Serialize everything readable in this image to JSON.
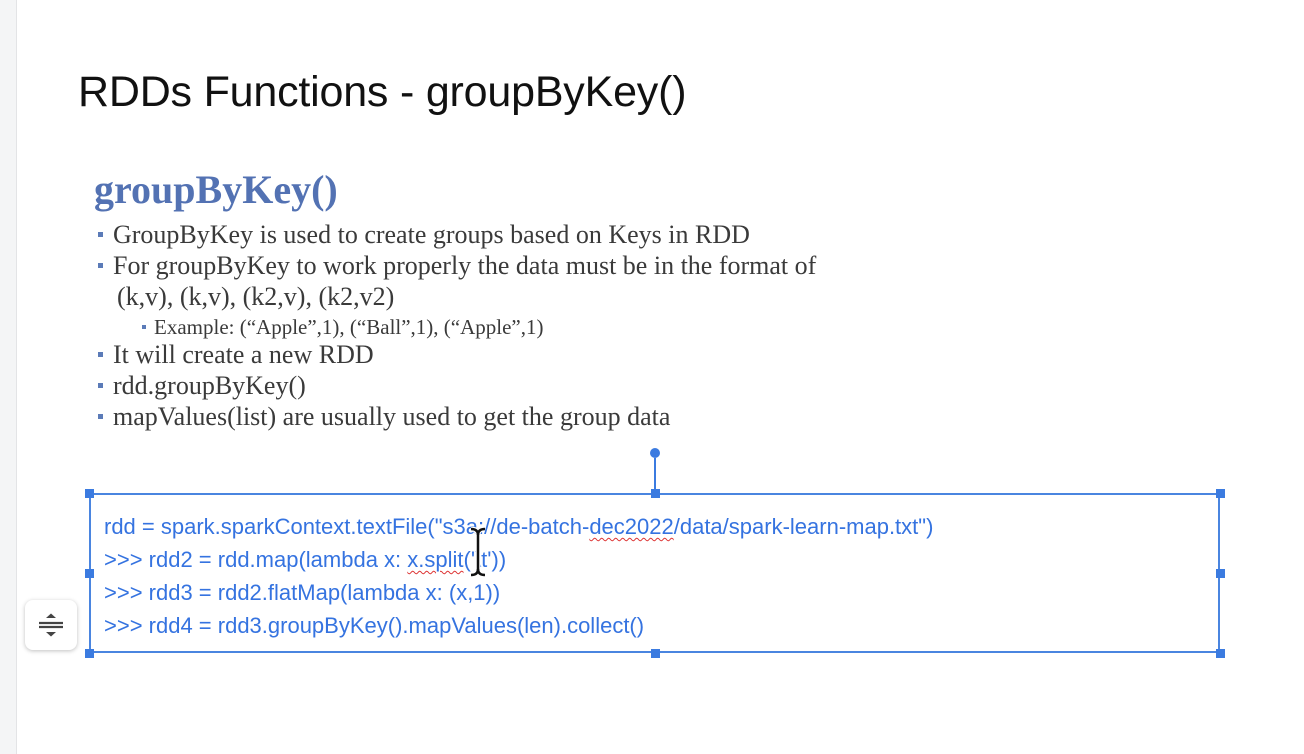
{
  "slide": {
    "title": "RDDs Functions - groupByKey()",
    "content_image": {
      "heading": "groupByKey()",
      "bullets": [
        "GroupByKey is used to create groups based on Keys in RDD",
        "For groupByKey to work properly the data must be in the format of",
        "(k,v), (k,v), (k2,v), (k2,v2)",
        "Example: (“Apple”,1), (“Ball”,1), (“Apple”,1)",
        "It will create a new RDD",
        "rdd.groupByKey()",
        "mapValues(list) are usually used to get the group data"
      ]
    },
    "code_box": {
      "lines": [
        {
          "pre": "rdd = spark.sparkContext.textFile(\"s3a://de-batch-",
          "flag": "dec2022",
          "post": "/data/spark-learn-map.txt\")"
        },
        {
          "pre": ">>> rdd2 = rdd.map(lambda x: ",
          "flag": "x.split",
          "post": "('\\t'))"
        },
        {
          "pre": ">>> rdd3 = rdd2.flatMap(lambda x: (x,1))",
          "flag": "",
          "post": ""
        },
        {
          "pre": ">>> rdd4 = rdd3.groupByKey().mapValues(len).collect()",
          "flag": "",
          "post": ""
        }
      ]
    }
  },
  "icons": {
    "layout_toggle": "expand-collapse-icon",
    "cursor": "text-cursor-icon"
  },
  "colors": {
    "selection": "#3b7be0",
    "code_text": "#3573e0",
    "heading": "#5372b3",
    "spellcheck": "#dd3333"
  }
}
